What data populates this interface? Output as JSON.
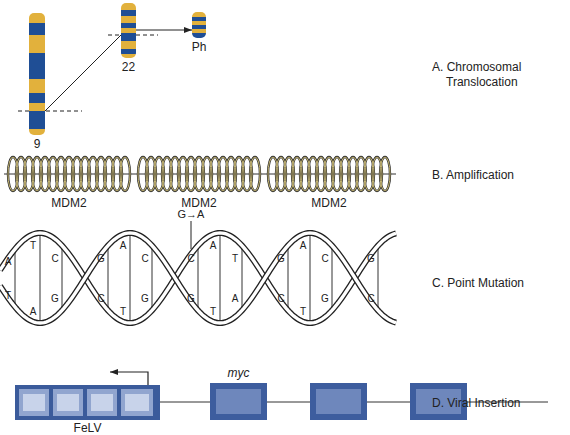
{
  "diagram": {
    "nodes": [
      {
        "text": [
          "9"
        ]
      },
      {
        "text": [
          "22"
        ]
      },
      {
        "text": [
          "Ph"
        ]
      },
      {
        "text": [
          "MDM2"
        ]
      },
      {
        "text": [
          "MDM2"
        ]
      },
      {
        "text": [
          "MDM2"
        ]
      },
      {
        "text": [
          "FeLV"
        ]
      },
      {
        "text": [
          "myc"
        ]
      }
    ],
    "edges": [
      {
        "from": 0,
        "to": 1,
        "arrow": "none"
      },
      {
        "from": 1,
        "to": 2,
        "arrow": "to"
      }
    ],
    "labels": [
      "A. Chromosomal Translocation",
      "B. Amplification",
      "C. Point Mutation",
      "D. Viral Insertion",
      "G→A",
      "A",
      "T",
      "T",
      "A",
      "C",
      "G",
      "G",
      "C",
      "A",
      "T",
      "C",
      "G",
      "C",
      "G",
      "A",
      "T",
      "T",
      "A",
      "G",
      "C",
      "A",
      "T",
      "C",
      "G",
      "G",
      "C"
    ]
  }
}
